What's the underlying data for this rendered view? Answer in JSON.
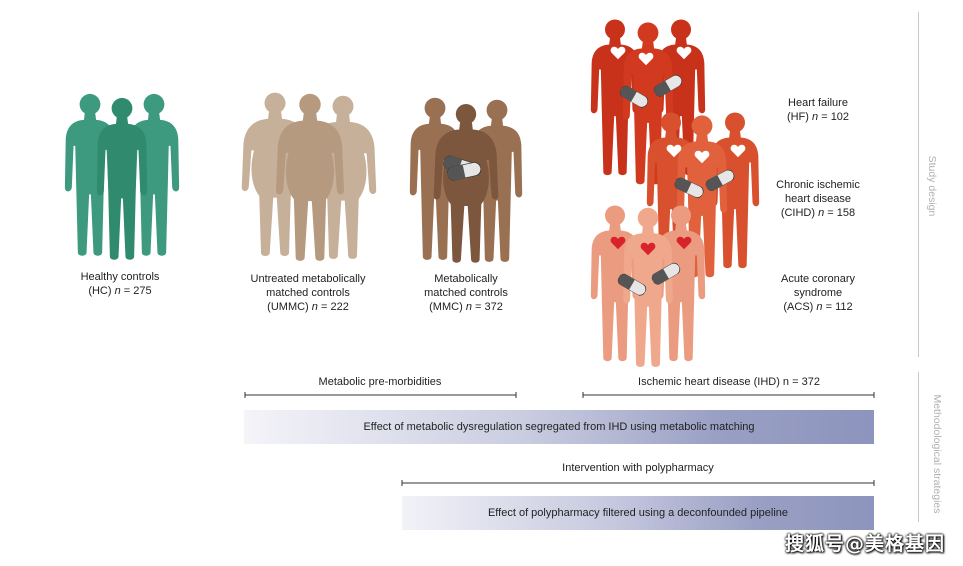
{
  "groups": [
    {
      "name": "Healthy controls",
      "abbr": "(HC)",
      "n": "275",
      "color": "#3d9a7e",
      "dark": "#2f7f66"
    },
    {
      "name": "Untreated metabolically matched controls",
      "line1": "Untreated metabolically",
      "line2": "matched controls",
      "abbr": "(UMMC)",
      "n": "222",
      "color": "#c0a68c",
      "dark": "#a88e74"
    },
    {
      "name": "Metabolically matched controls",
      "line1": "Metabolically",
      "line2": "matched controls",
      "abbr": "(MMC)",
      "n": "372",
      "color": "#8e6448",
      "dark": "#74503a"
    }
  ],
  "ihd_groups": [
    {
      "line1": "Heart failure",
      "abbr": "(HF)",
      "n": "102",
      "color": "#cc3a1e"
    },
    {
      "line1": "Chronic ischemic",
      "line2": "heart disease",
      "abbr": "(CIHD)",
      "n": "158",
      "color": "#db5432"
    },
    {
      "line1": "Acute coronary",
      "line2": "syndrome",
      "abbr": "(ACS)",
      "n": "112",
      "color": "#e9957a"
    }
  ],
  "n_symbol": "n",
  "equals": "=",
  "side_labels": {
    "study_design": "Study design",
    "methodological": "Methodological strategies"
  },
  "brackets": {
    "metabolic": "Metabolic pre-morbidities",
    "ihd": "Ischemic heart disease (IHD) n = 372",
    "intervention": "Intervention with polypharmacy"
  },
  "bars": {
    "matching": "Effect of metabolic dysregulation segregated from IHD using metabolic matching",
    "deconfounded": "Effect of polypharmacy filtered using a deconfounded pipeline"
  },
  "watermark": "搜狐号@美格基因",
  "colors": {
    "bar_light": "#f3f3f8",
    "bar_dark": "#9aa0c4",
    "pill_dark": "#555555",
    "pill_light": "#e6e6e6",
    "heart": "#d8232a"
  }
}
